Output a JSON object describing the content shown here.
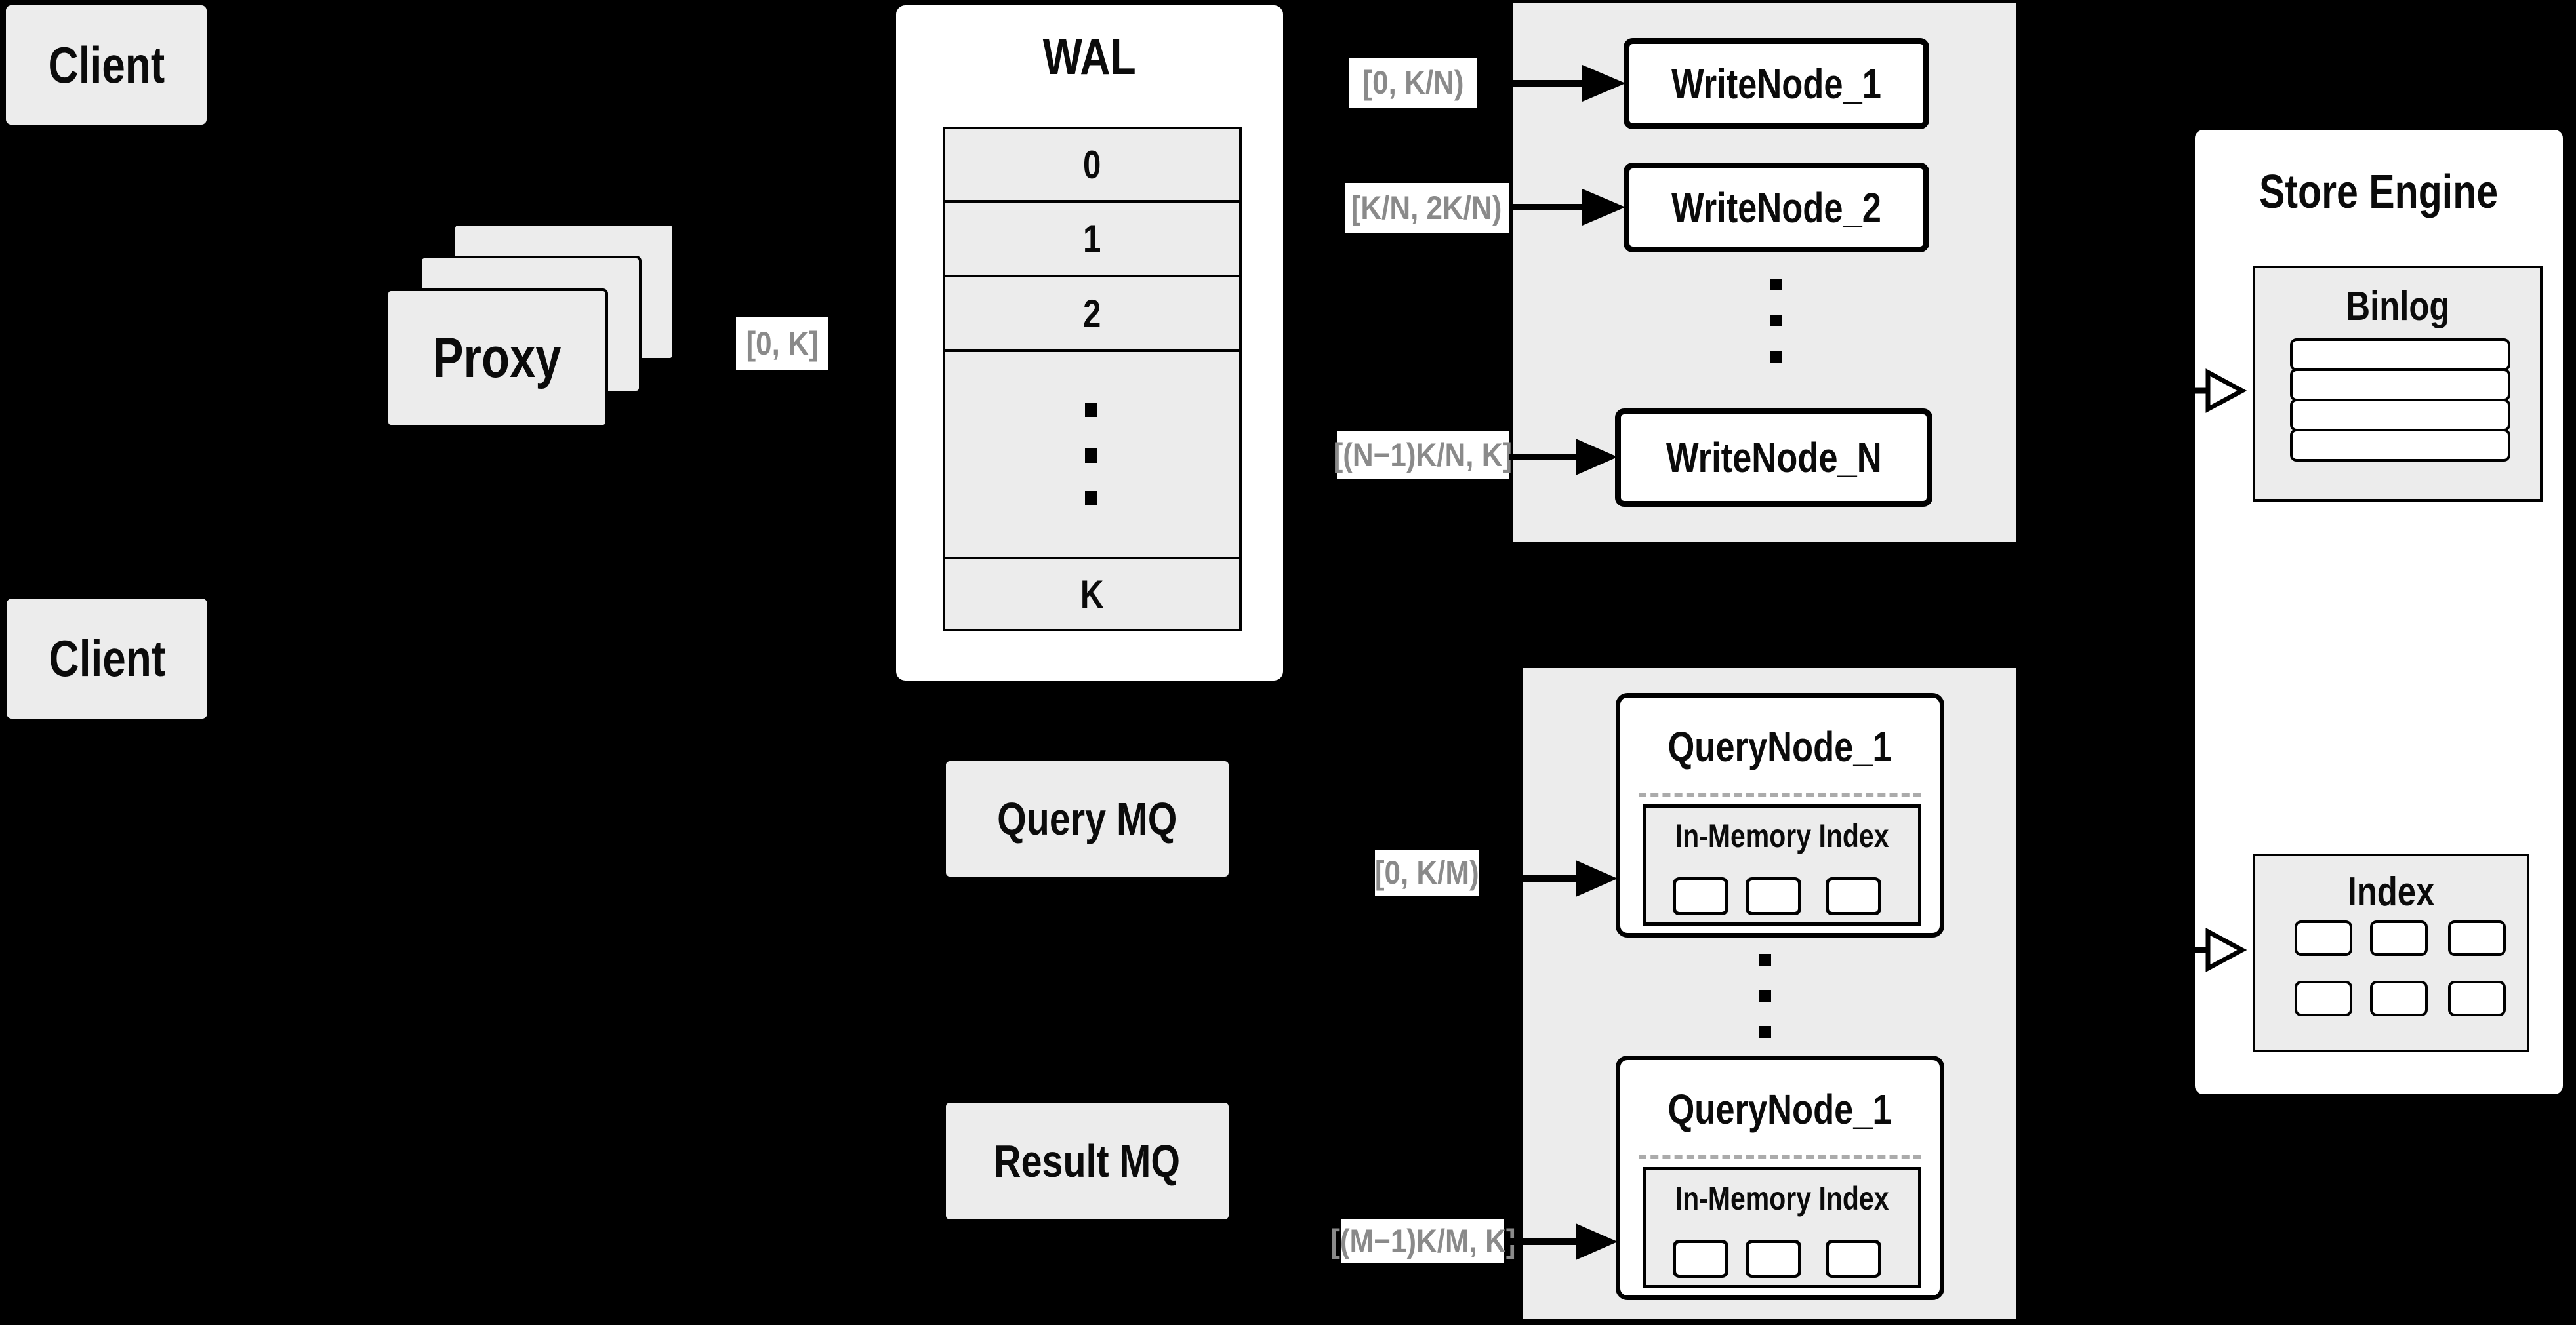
{
  "colors": {
    "background": "#000000",
    "box_fill": "#ececec",
    "panel_fill": "#ffffff",
    "border": "#000000",
    "range_label_text": "#8a8a8a",
    "dashed_divider": "#ababab"
  },
  "clients": {
    "top": {
      "label": "Client"
    },
    "bottom": {
      "label": "Client"
    }
  },
  "proxy": {
    "label": "Proxy"
  },
  "range_labels": {
    "proxy_out": "[0, K]",
    "write_1": "[0, K/N)",
    "write_2": "[K/N, 2K/N)",
    "write_n": "[(N−1)K/N, K]",
    "query_1": "[0, K/M)",
    "query_m": "[(M−1)K/M, K]"
  },
  "wal": {
    "title": "WAL",
    "segments": [
      "0",
      "1",
      "2"
    ],
    "last_segment": "K"
  },
  "write_nodes": {
    "node_1": "WriteNode_1",
    "node_2": "WriteNode_2",
    "node_n": "WriteNode_N"
  },
  "mq": {
    "query": "Query MQ",
    "result": "Result MQ"
  },
  "query_nodes": {
    "top": {
      "title": "QueryNode_1",
      "index_title": "In-Memory Index"
    },
    "bottom": {
      "title": "QueryNode_1",
      "index_title": "In-Memory Index"
    }
  },
  "store_engine": {
    "title": "Store Engine",
    "binlog_title": "Binlog",
    "index_title": "Index"
  }
}
